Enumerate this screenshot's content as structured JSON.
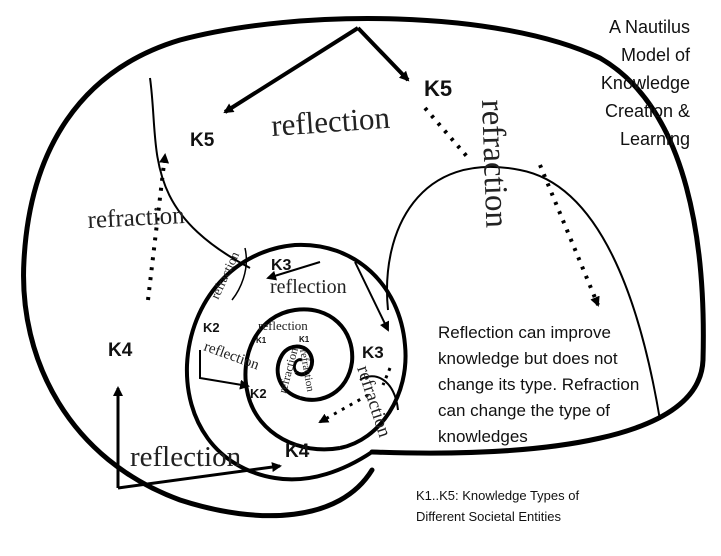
{
  "title": {
    "line1": "A Nautilus",
    "line2": "Model of",
    "line3": "Knowledge",
    "line4": "Creation &",
    "line5": "Learning"
  },
  "description": {
    "line1": "Reflection can improve",
    "line2": "knowledge but does not",
    "line3": "change its type. Refraction",
    "line4": "can change the type of",
    "line5": "knowledges"
  },
  "legend": {
    "line1": "K1..K5: Knowledge Types of",
    "line2": "Different Societal Entities"
  },
  "labels": {
    "k5_left": "K5",
    "k5_right": "K5",
    "k4_left": "K4",
    "k4_bottom": "K4",
    "k3_top": "K3",
    "k3_right": "K3",
    "k2_left": "K2",
    "k2_bottom": "K2",
    "k1_a": "K1",
    "k1_b": "K1"
  },
  "process_words": {
    "reflection_top": "reflection",
    "reflection_bottom": "reflection",
    "reflection_mid": "reflection",
    "reflection_inner_left": "reflection",
    "reflection_center": "reflection",
    "refraction_right": "refraction",
    "refraction_left": "refraction",
    "refraction_inner": "refraction",
    "refraction_small_right": "refraction",
    "refraction_tiny": "refraction",
    "refraction_center": "refraction"
  }
}
